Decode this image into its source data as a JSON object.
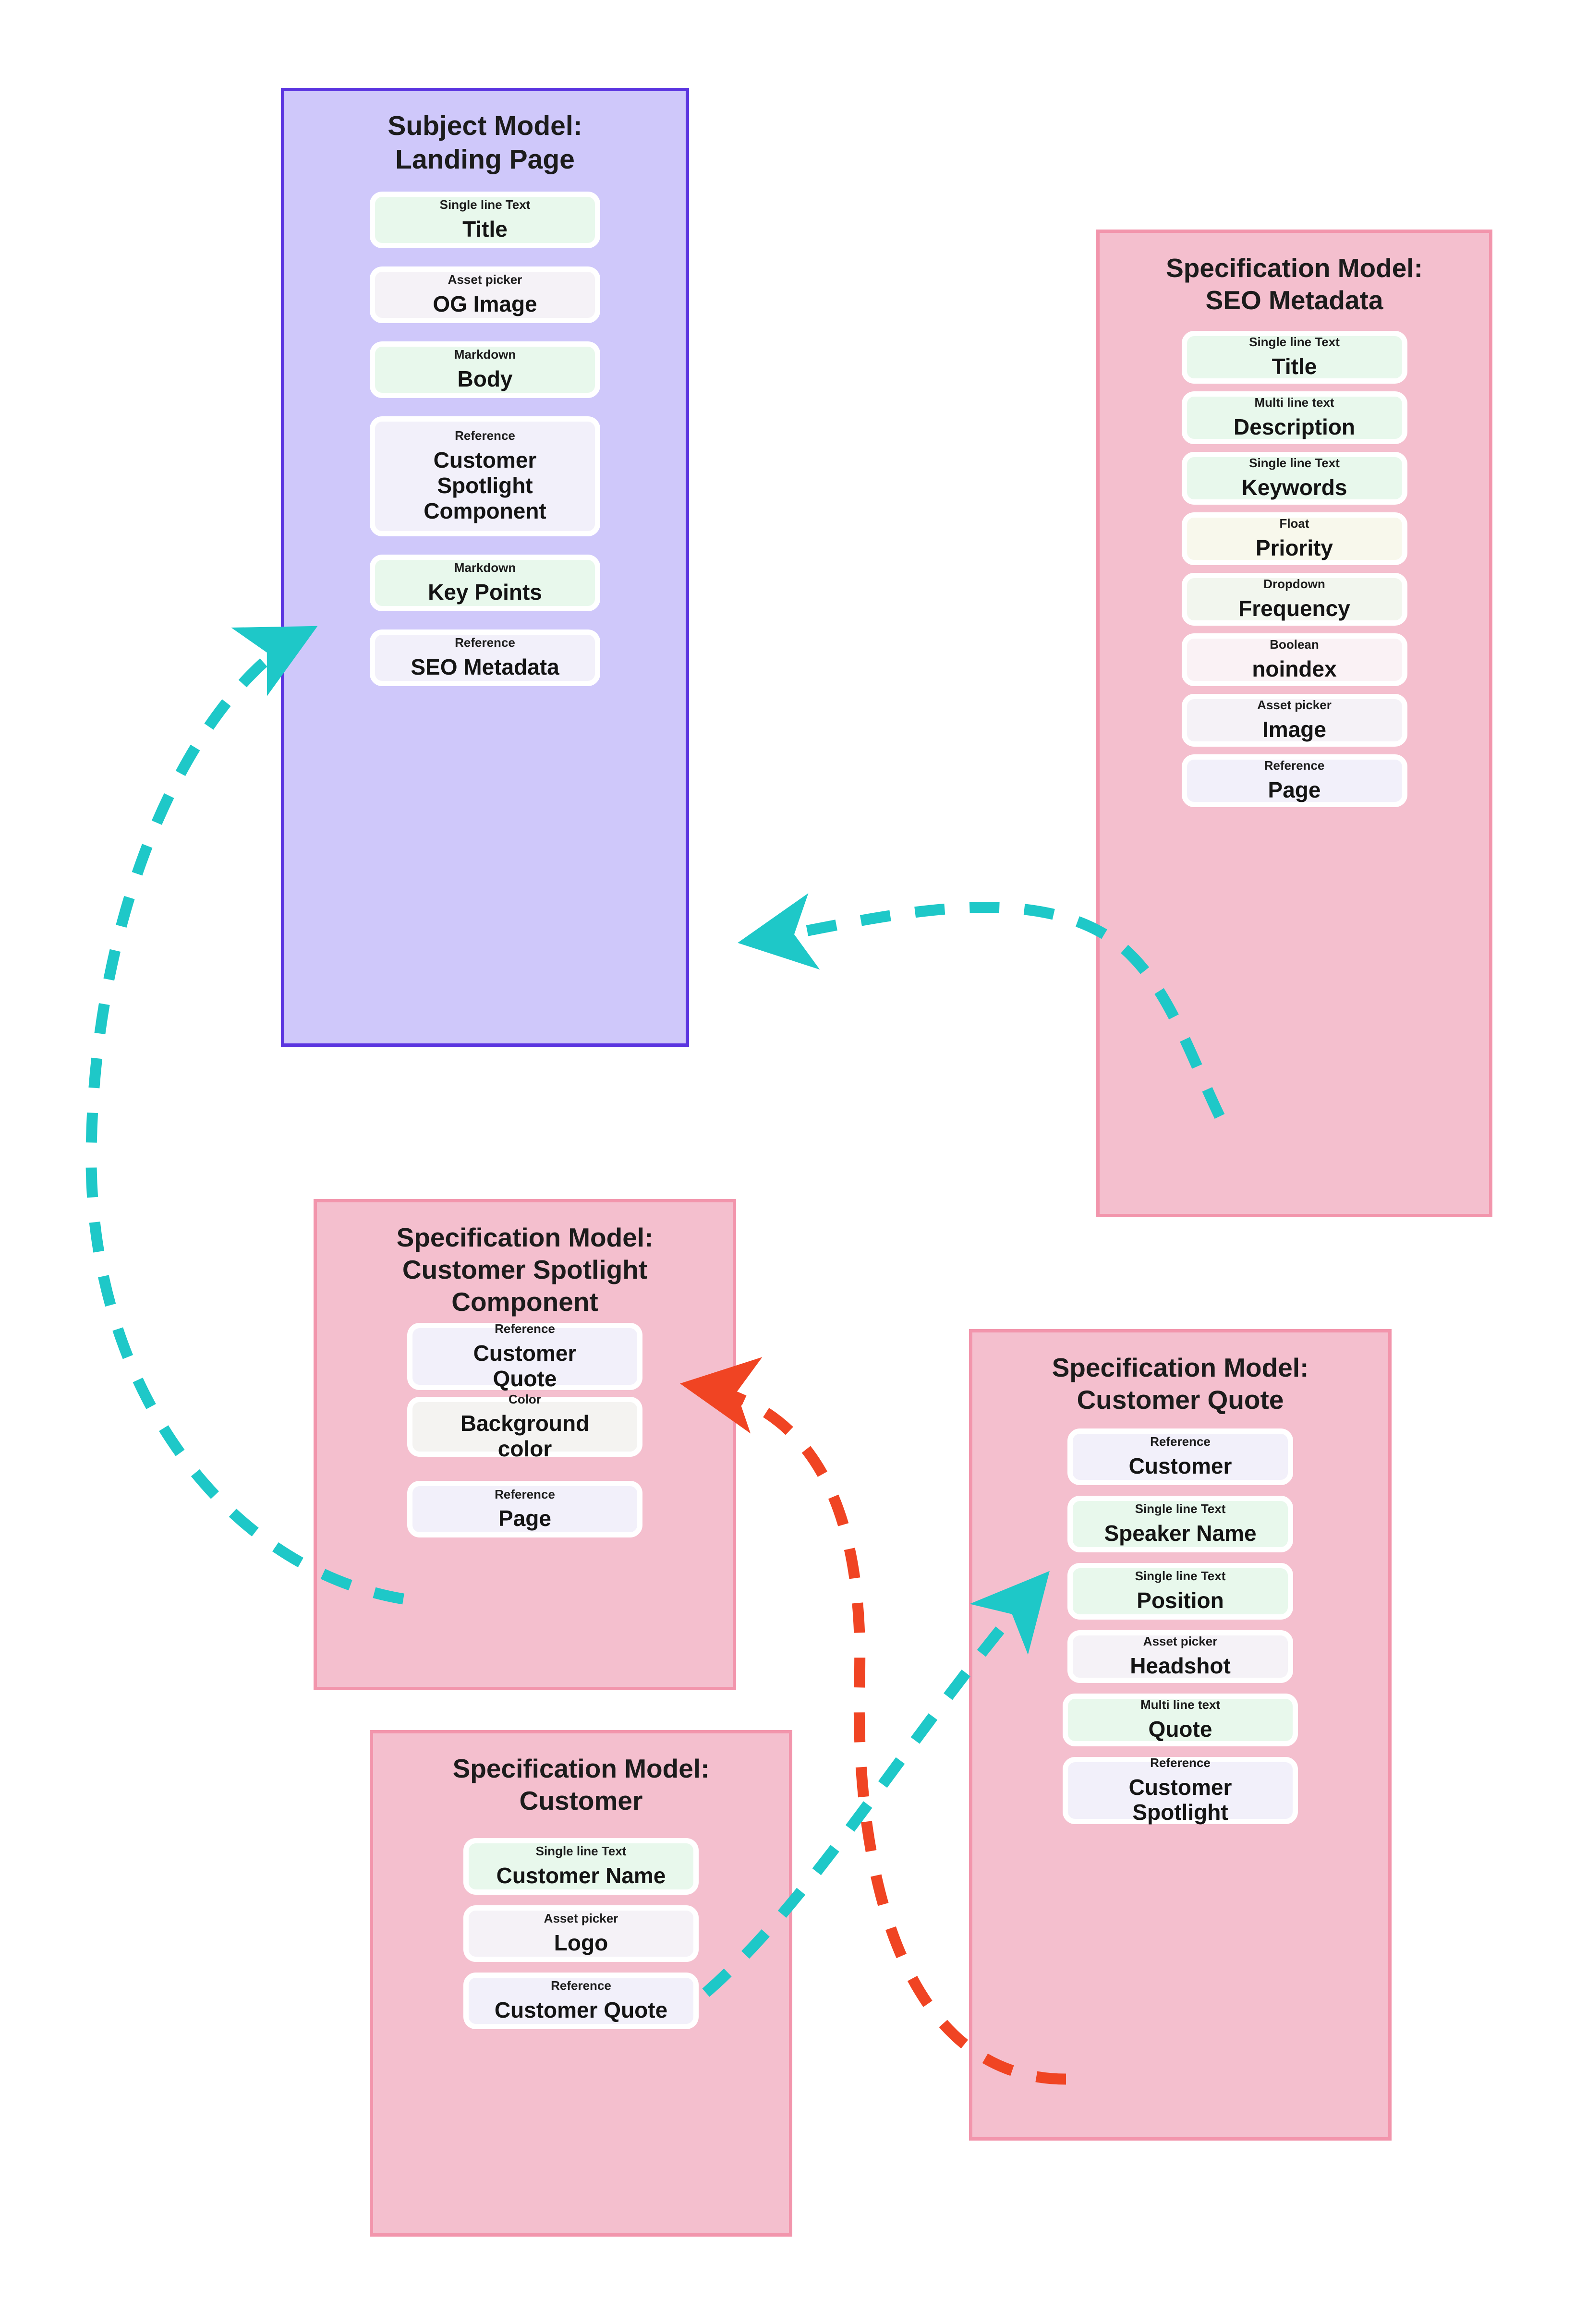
{
  "diagram": {
    "title": "Content model relationship diagram",
    "colors": {
      "subject_fill": "#cfc8fa",
      "subject_border": "#5b35e0",
      "spec_fill": "#f4bfce",
      "spec_border": "#f295ac",
      "edge_teal": "#1ec8c8",
      "edge_red": "#f04423",
      "field_text": "#e8f8ec",
      "field_reference": "#f2f0fa",
      "field_asset": "#f5f2f7",
      "field_float": "#f8f8ec",
      "field_dropdown": "#f2f6ee",
      "field_boolean": "#faf2f5",
      "field_color": "#f4f3f1"
    }
  },
  "models": [
    {
      "id": "landing-page",
      "kind": "subject",
      "title": "Subject Model:\nLanding Page",
      "fields": [
        {
          "type": "Single line Text",
          "name": "Title",
          "style": "t-text"
        },
        {
          "type": "Asset picker",
          "name": "OG Image",
          "style": "t-asset"
        },
        {
          "type": "Markdown",
          "name": "Body",
          "style": "t-text"
        },
        {
          "type": "Reference",
          "name": "Customer\nSpotlight\nComponent",
          "style": "t-ref"
        },
        {
          "type": "Markdown",
          "name": "Key Points",
          "style": "t-text"
        },
        {
          "type": "Reference",
          "name": "SEO Metadata",
          "style": "t-ref"
        }
      ]
    },
    {
      "id": "seo-metadata",
      "kind": "spec",
      "title": "Specification Model:\nSEO Metadata",
      "fields": [
        {
          "type": "Single line Text",
          "name": "Title",
          "style": "t-text"
        },
        {
          "type": "Multi line text",
          "name": "Description",
          "style": "t-text"
        },
        {
          "type": "Single line Text",
          "name": "Keywords",
          "style": "t-text"
        },
        {
          "type": "Float",
          "name": "Priority",
          "style": "t-float"
        },
        {
          "type": "Dropdown",
          "name": "Frequency",
          "style": "t-dropdown"
        },
        {
          "type": "Boolean",
          "name": "noindex",
          "style": "t-bool"
        },
        {
          "type": "Asset picker",
          "name": "Image",
          "style": "t-asset"
        },
        {
          "type": "Reference",
          "name": "Page",
          "style": "t-ref"
        }
      ]
    },
    {
      "id": "customer-spotlight-component",
      "kind": "spec",
      "title": "Specification Model:\nCustomer Spotlight\nComponent",
      "fields": [
        {
          "type": "Reference",
          "name": "Customer\nQuote",
          "style": "t-ref"
        },
        {
          "type": "Color",
          "name": "Background\ncolor",
          "style": "t-color"
        },
        {
          "type": "Reference",
          "name": "Page",
          "style": "t-ref"
        }
      ]
    },
    {
      "id": "customer-quote",
      "kind": "spec",
      "title": "Specification Model:\nCustomer Quote",
      "fields": [
        {
          "type": "Reference",
          "name": "Customer",
          "style": "t-ref"
        },
        {
          "type": "Single line Text",
          "name": "Speaker Name",
          "style": "t-text"
        },
        {
          "type": "Single line Text",
          "name": "Position",
          "style": "t-text"
        },
        {
          "type": "Asset picker",
          "name": "Headshot",
          "style": "t-asset"
        },
        {
          "type": "Multi line text",
          "name": "Quote",
          "style": "t-text"
        },
        {
          "type": "Reference",
          "name": "Customer\nSpotlight",
          "style": "t-ref"
        }
      ]
    },
    {
      "id": "customer",
      "kind": "spec",
      "title": "Specification Model:\nCustomer",
      "fields": [
        {
          "type": "Single line Text",
          "name": "Customer Name",
          "style": "t-text"
        },
        {
          "type": "Asset picker",
          "name": "Logo",
          "style": "t-asset"
        },
        {
          "type": "Reference",
          "name": "Customer Quote",
          "style": "t-ref"
        }
      ]
    }
  ],
  "edges": [
    {
      "id": "seo-page-to-landing-seo",
      "color": "#1ec8c8",
      "from": "seo-metadata.Page",
      "to": "landing-page.SEO Metadata"
    },
    {
      "id": "spotlight-page-to-landing-spotlight",
      "color": "#1ec8c8",
      "from": "customer-spotlight-component.Page",
      "to": "landing-page.Customer Spotlight Component"
    },
    {
      "id": "customer-quote-ref-to-customer-quote-model",
      "color": "#1ec8c8",
      "from": "customer.Customer Quote",
      "to": "customer-quote.Customer"
    },
    {
      "id": "spotlight-ref-to-spotlight-component",
      "color": "#f04423",
      "from": "customer-quote.Customer Spotlight",
      "to": "customer-spotlight-component.Customer Quote"
    }
  ]
}
